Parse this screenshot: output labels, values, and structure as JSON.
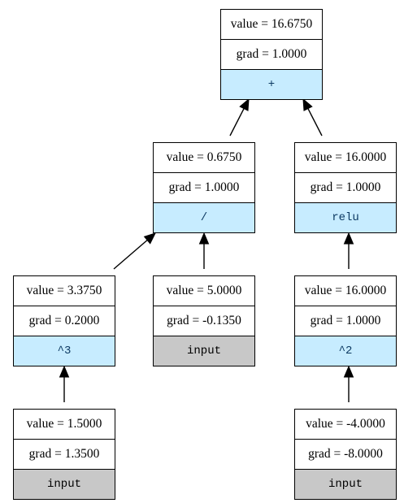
{
  "nodes": [
    {
      "id": "sum",
      "value": "value = 16.6750",
      "grad": "grad = 1.0000",
      "op": "+",
      "kind": "op"
    },
    {
      "id": "div",
      "value": "value = 0.6750",
      "grad": "grad = 1.0000",
      "op": "/",
      "kind": "op"
    },
    {
      "id": "relu",
      "value": "value = 16.0000",
      "grad": "grad = 1.0000",
      "op": "relu",
      "kind": "op"
    },
    {
      "id": "pow3",
      "value": "value = 3.3750",
      "grad": "grad = 0.2000",
      "op": "^3",
      "kind": "op"
    },
    {
      "id": "in5",
      "value": "value = 5.0000",
      "grad": "grad = -0.1350",
      "op": "input",
      "kind": "input"
    },
    {
      "id": "pow2",
      "value": "value = 16.0000",
      "grad": "grad = 1.0000",
      "op": "^2",
      "kind": "op"
    },
    {
      "id": "in1_5",
      "value": "value = 1.5000",
      "grad": "grad = 1.3500",
      "op": "input",
      "kind": "input"
    },
    {
      "id": "inm4",
      "value": "value = -4.0000",
      "grad": "grad = -8.0000",
      "op": "input",
      "kind": "input"
    }
  ],
  "edges": [
    {
      "from": "div",
      "to": "sum"
    },
    {
      "from": "relu",
      "to": "sum"
    },
    {
      "from": "pow3",
      "to": "div"
    },
    {
      "from": "in5",
      "to": "div"
    },
    {
      "from": "pow2",
      "to": "relu"
    },
    {
      "from": "in1_5",
      "to": "pow3"
    },
    {
      "from": "inm4",
      "to": "pow2"
    }
  ],
  "colors": {
    "op_fill": "#c7ecff",
    "input_fill": "#c8c8c8",
    "op_text": "#0d3a63"
  }
}
